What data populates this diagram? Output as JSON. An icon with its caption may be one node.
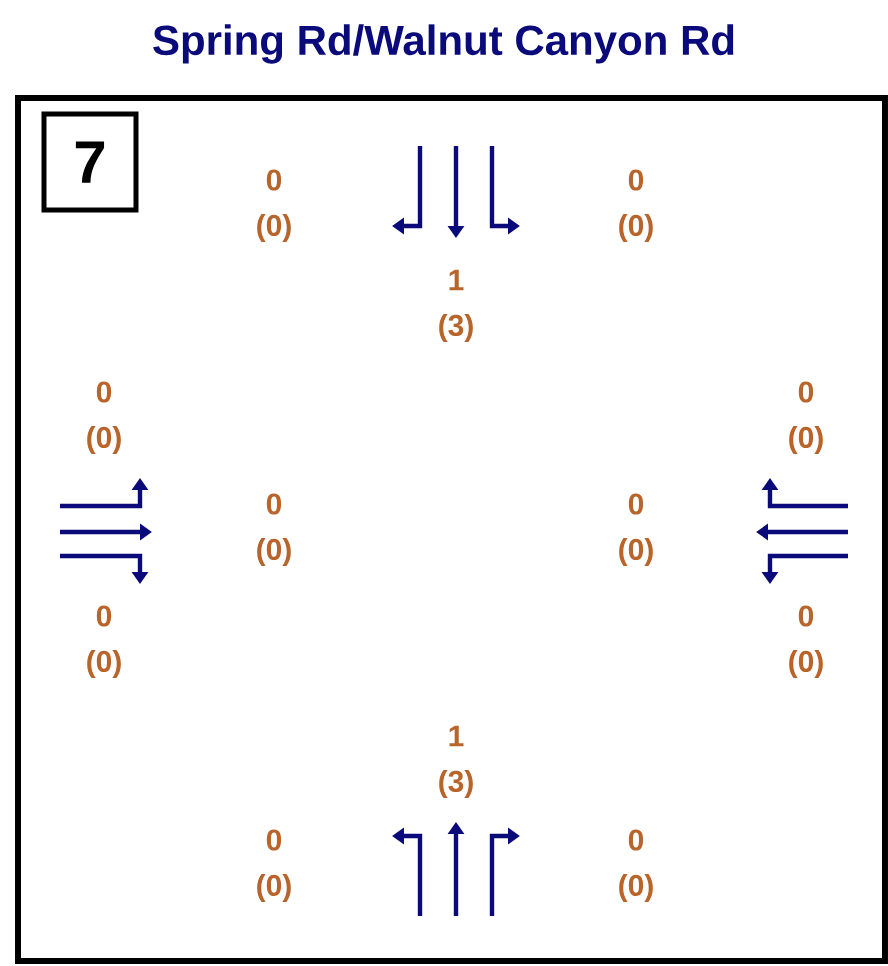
{
  "diagram": {
    "title": "Spring Rd/Walnut Canyon Rd",
    "nodes": [
      {
        "text": [
          "7"
        ]
      }
    ],
    "labels": [
      "0",
      "(0)",
      "0",
      "(0)",
      "1",
      "(3)",
      "0",
      "(0)",
      "0",
      "(0)",
      "0",
      "(0)",
      "0",
      "(0)",
      "0",
      "(0)",
      "0",
      "(0)",
      "1",
      "(3)",
      "0",
      "(0)",
      "0",
      "(0)"
    ]
  }
}
